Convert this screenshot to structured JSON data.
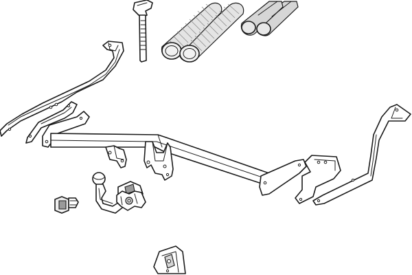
{
  "diagram": {
    "kind": "exploded parts view",
    "parts": [
      {
        "name": "bolt"
      },
      {
        "name": "spacer-tubes-coiled"
      },
      {
        "name": "spacer-tubes-plain"
      },
      {
        "name": "left-side-bracket"
      },
      {
        "name": "main-crossbar"
      },
      {
        "name": "right-side-bracket"
      },
      {
        "name": "small-mounting-bracket"
      },
      {
        "name": "tow-ball-neck"
      },
      {
        "name": "electrical-socket"
      },
      {
        "name": "wiring-connector"
      },
      {
        "name": "socket-mounting-plate"
      }
    ],
    "colors": {
      "outline": "#1a1a1a",
      "fill": "#ffffff",
      "shade": "#d6d6d6",
      "shade_dark": "#9a9a9a"
    }
  }
}
